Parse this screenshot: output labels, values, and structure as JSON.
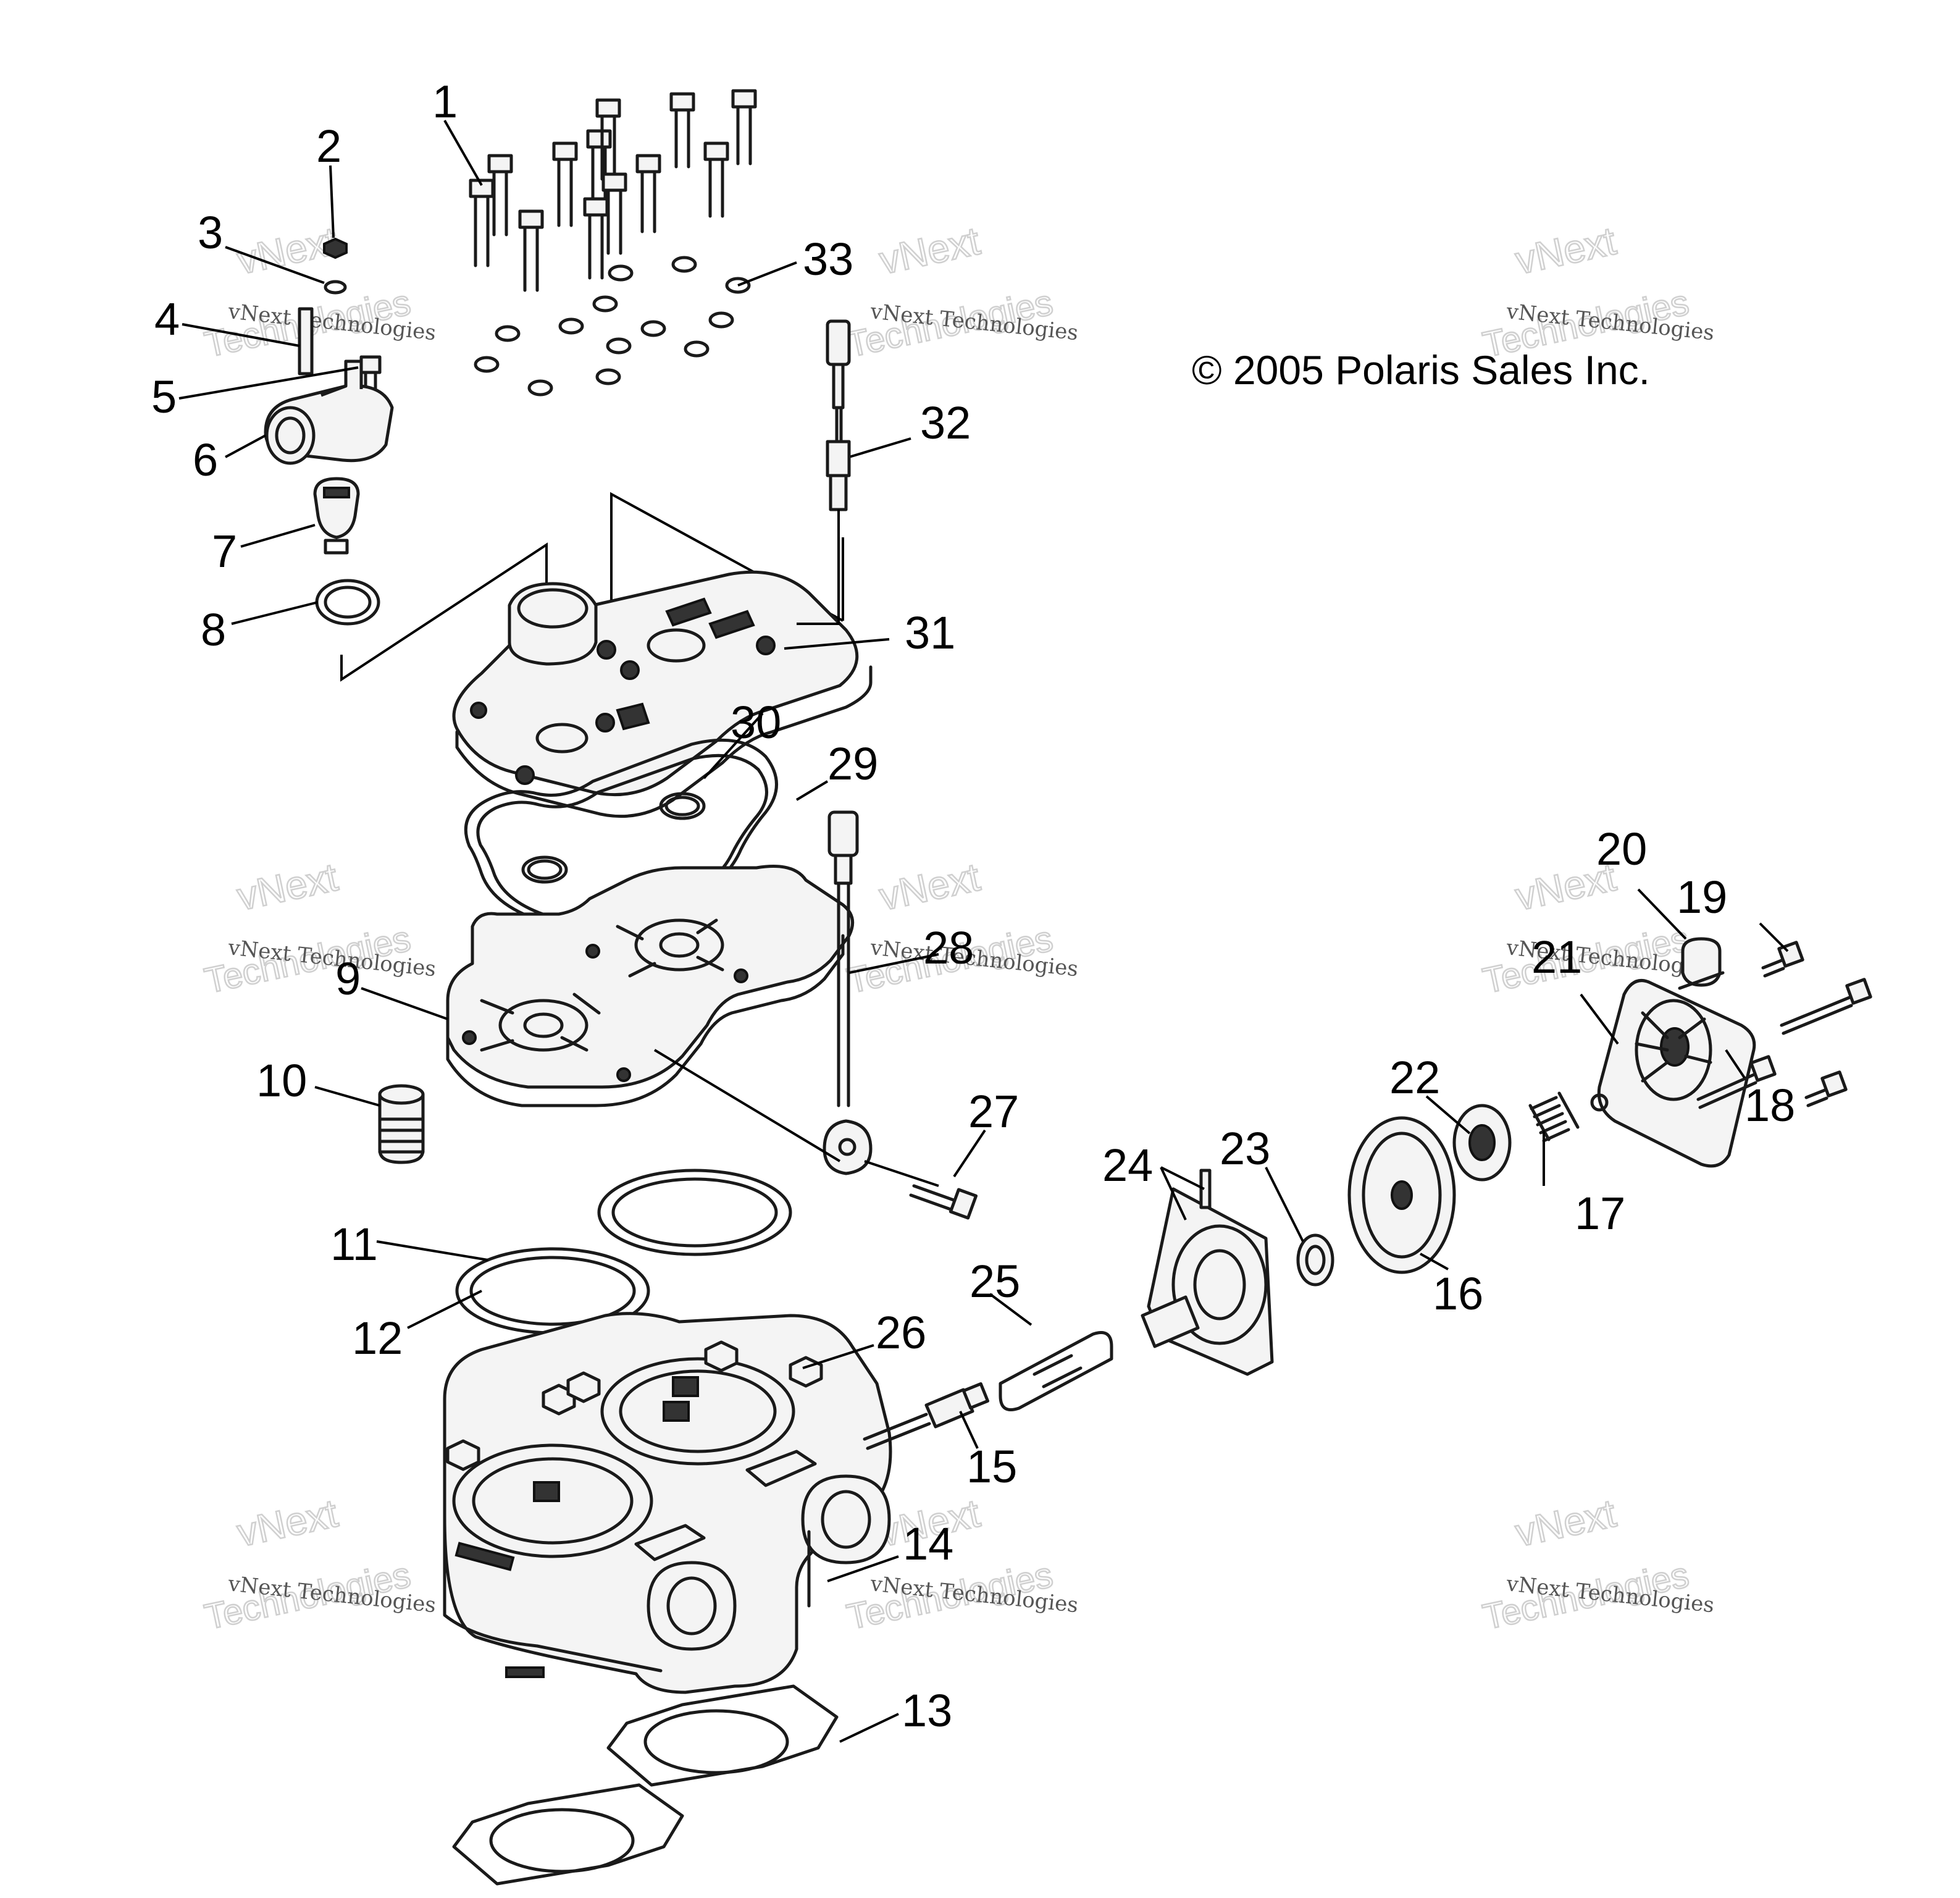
{
  "copyright": "© 2005 Polaris Sales Inc.",
  "watermark": {
    "small": "vNext Technologies",
    "brand": "vNext",
    "word": "Technologies"
  },
  "callouts": [
    "1",
    "2",
    "3",
    "4",
    "5",
    "6",
    "7",
    "8",
    "9",
    "10",
    "11",
    "12",
    "13",
    "14",
    "15",
    "16",
    "17",
    "18",
    "19",
    "20",
    "21",
    "22",
    "23",
    "24",
    "25",
    "26",
    "27",
    "28",
    "29",
    "30",
    "31",
    "32",
    "33"
  ]
}
